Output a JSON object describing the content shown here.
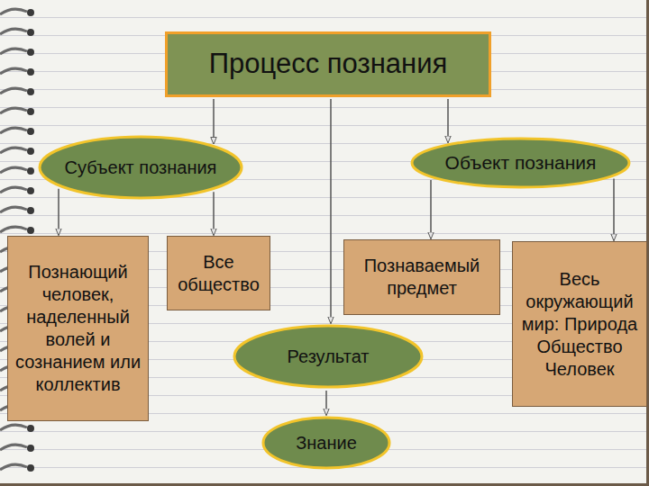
{
  "diagram": {
    "title": "Процесс познания",
    "nodes": [
      {
        "text": [
          "Процесс познания"
        ]
      },
      {
        "text": [
          "Субъект познания"
        ]
      },
      {
        "text": [
          "Объект познания"
        ]
      },
      {
        "text": [
          "Познающий человек, наделенный волей и сознанием или коллектив"
        ]
      },
      {
        "text": [
          "Все общество"
        ]
      },
      {
        "text": [
          "Познаваемый предмет"
        ]
      },
      {
        "text": [
          "Весь окружающий мир: Природа Общество Человек"
        ]
      },
      {
        "text": [
          "Результат"
        ]
      },
      {
        "text": [
          "Знание"
        ]
      }
    ],
    "edges": [
      {
        "from": 0,
        "to": 1,
        "arrow": "to"
      },
      {
        "from": 0,
        "to": 2,
        "arrow": "to"
      },
      {
        "from": 1,
        "to": 3,
        "arrow": "to"
      },
      {
        "from": 1,
        "to": 4,
        "arrow": "to"
      },
      {
        "from": 2,
        "to": 5,
        "arrow": "to"
      },
      {
        "from": 2,
        "to": 6,
        "arrow": "to"
      },
      {
        "from": 0,
        "to": 7,
        "arrow": "to"
      },
      {
        "from": 7,
        "to": 8,
        "arrow": "to"
      }
    ]
  }
}
